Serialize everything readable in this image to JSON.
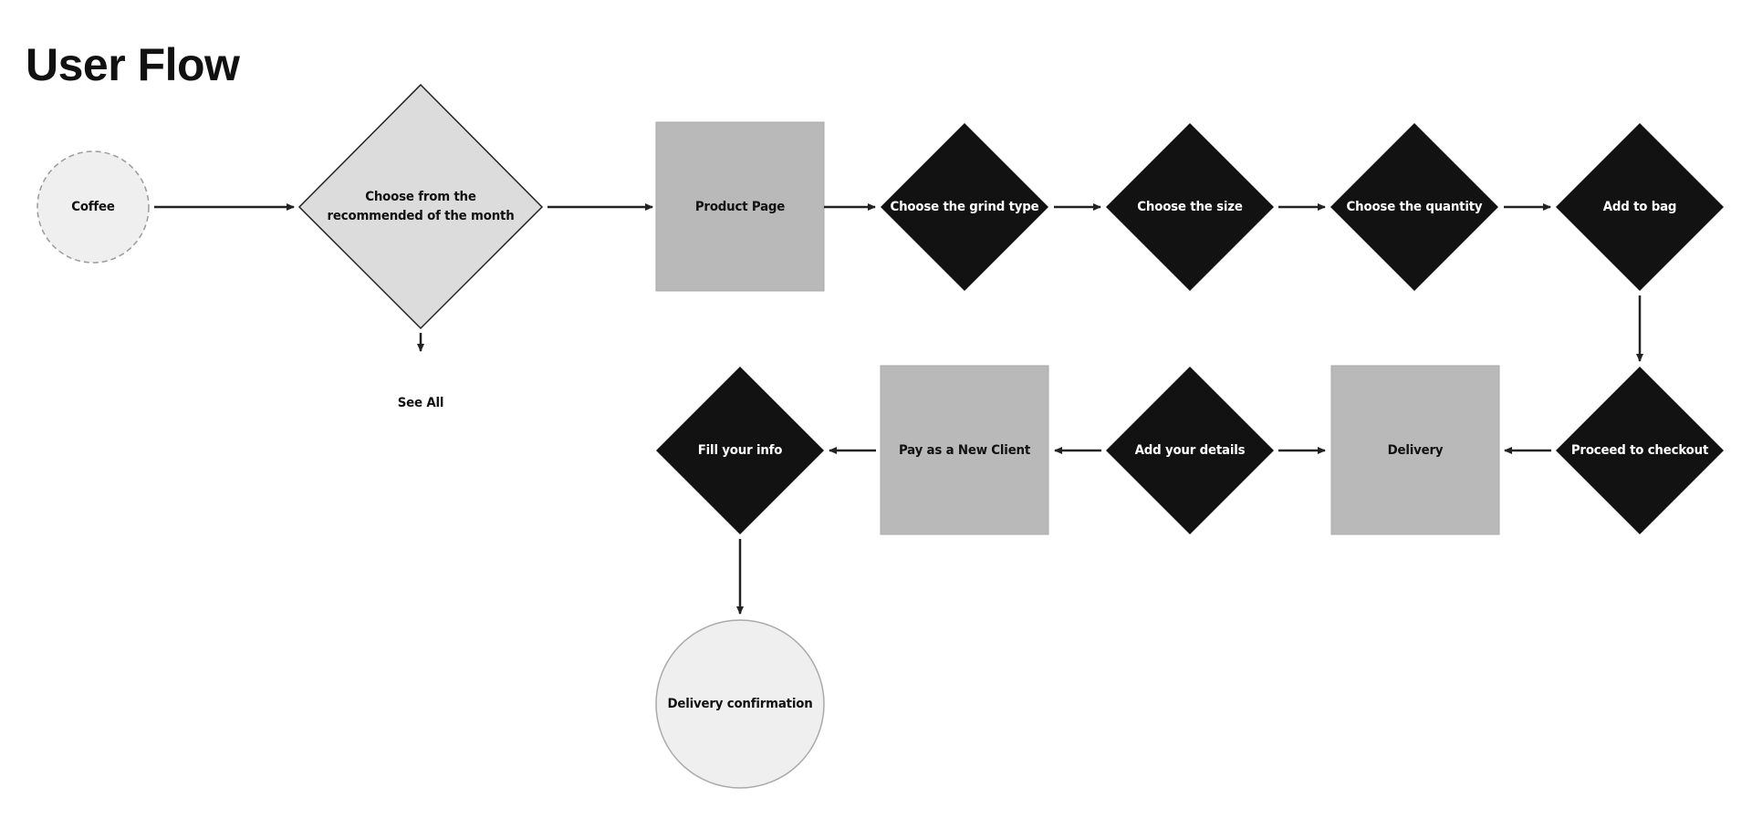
{
  "title": "User Flow",
  "nodes": {
    "coffee": "Coffee",
    "recommended": "Choose from the recommended of the month",
    "see_all": "See All",
    "product_page": "Product Page",
    "grind_type": "Choose the grind type",
    "size": "Choose the size",
    "quantity": "Choose the quantity",
    "add_to_bag": "Add to bag",
    "checkout": "Proceed to checkout",
    "delivery": "Delivery",
    "add_details": "Add your details",
    "pay_new_client": "Pay as a New Client",
    "fill_info": "Fill your info",
    "delivery_confirmation": "Delivery confirmation"
  },
  "colors": {
    "decision_dark": "#121212",
    "page_box": "#b9b9b9",
    "decision_light": "#dcdcdc",
    "terminal": "#efefef",
    "connector": "#222222"
  }
}
